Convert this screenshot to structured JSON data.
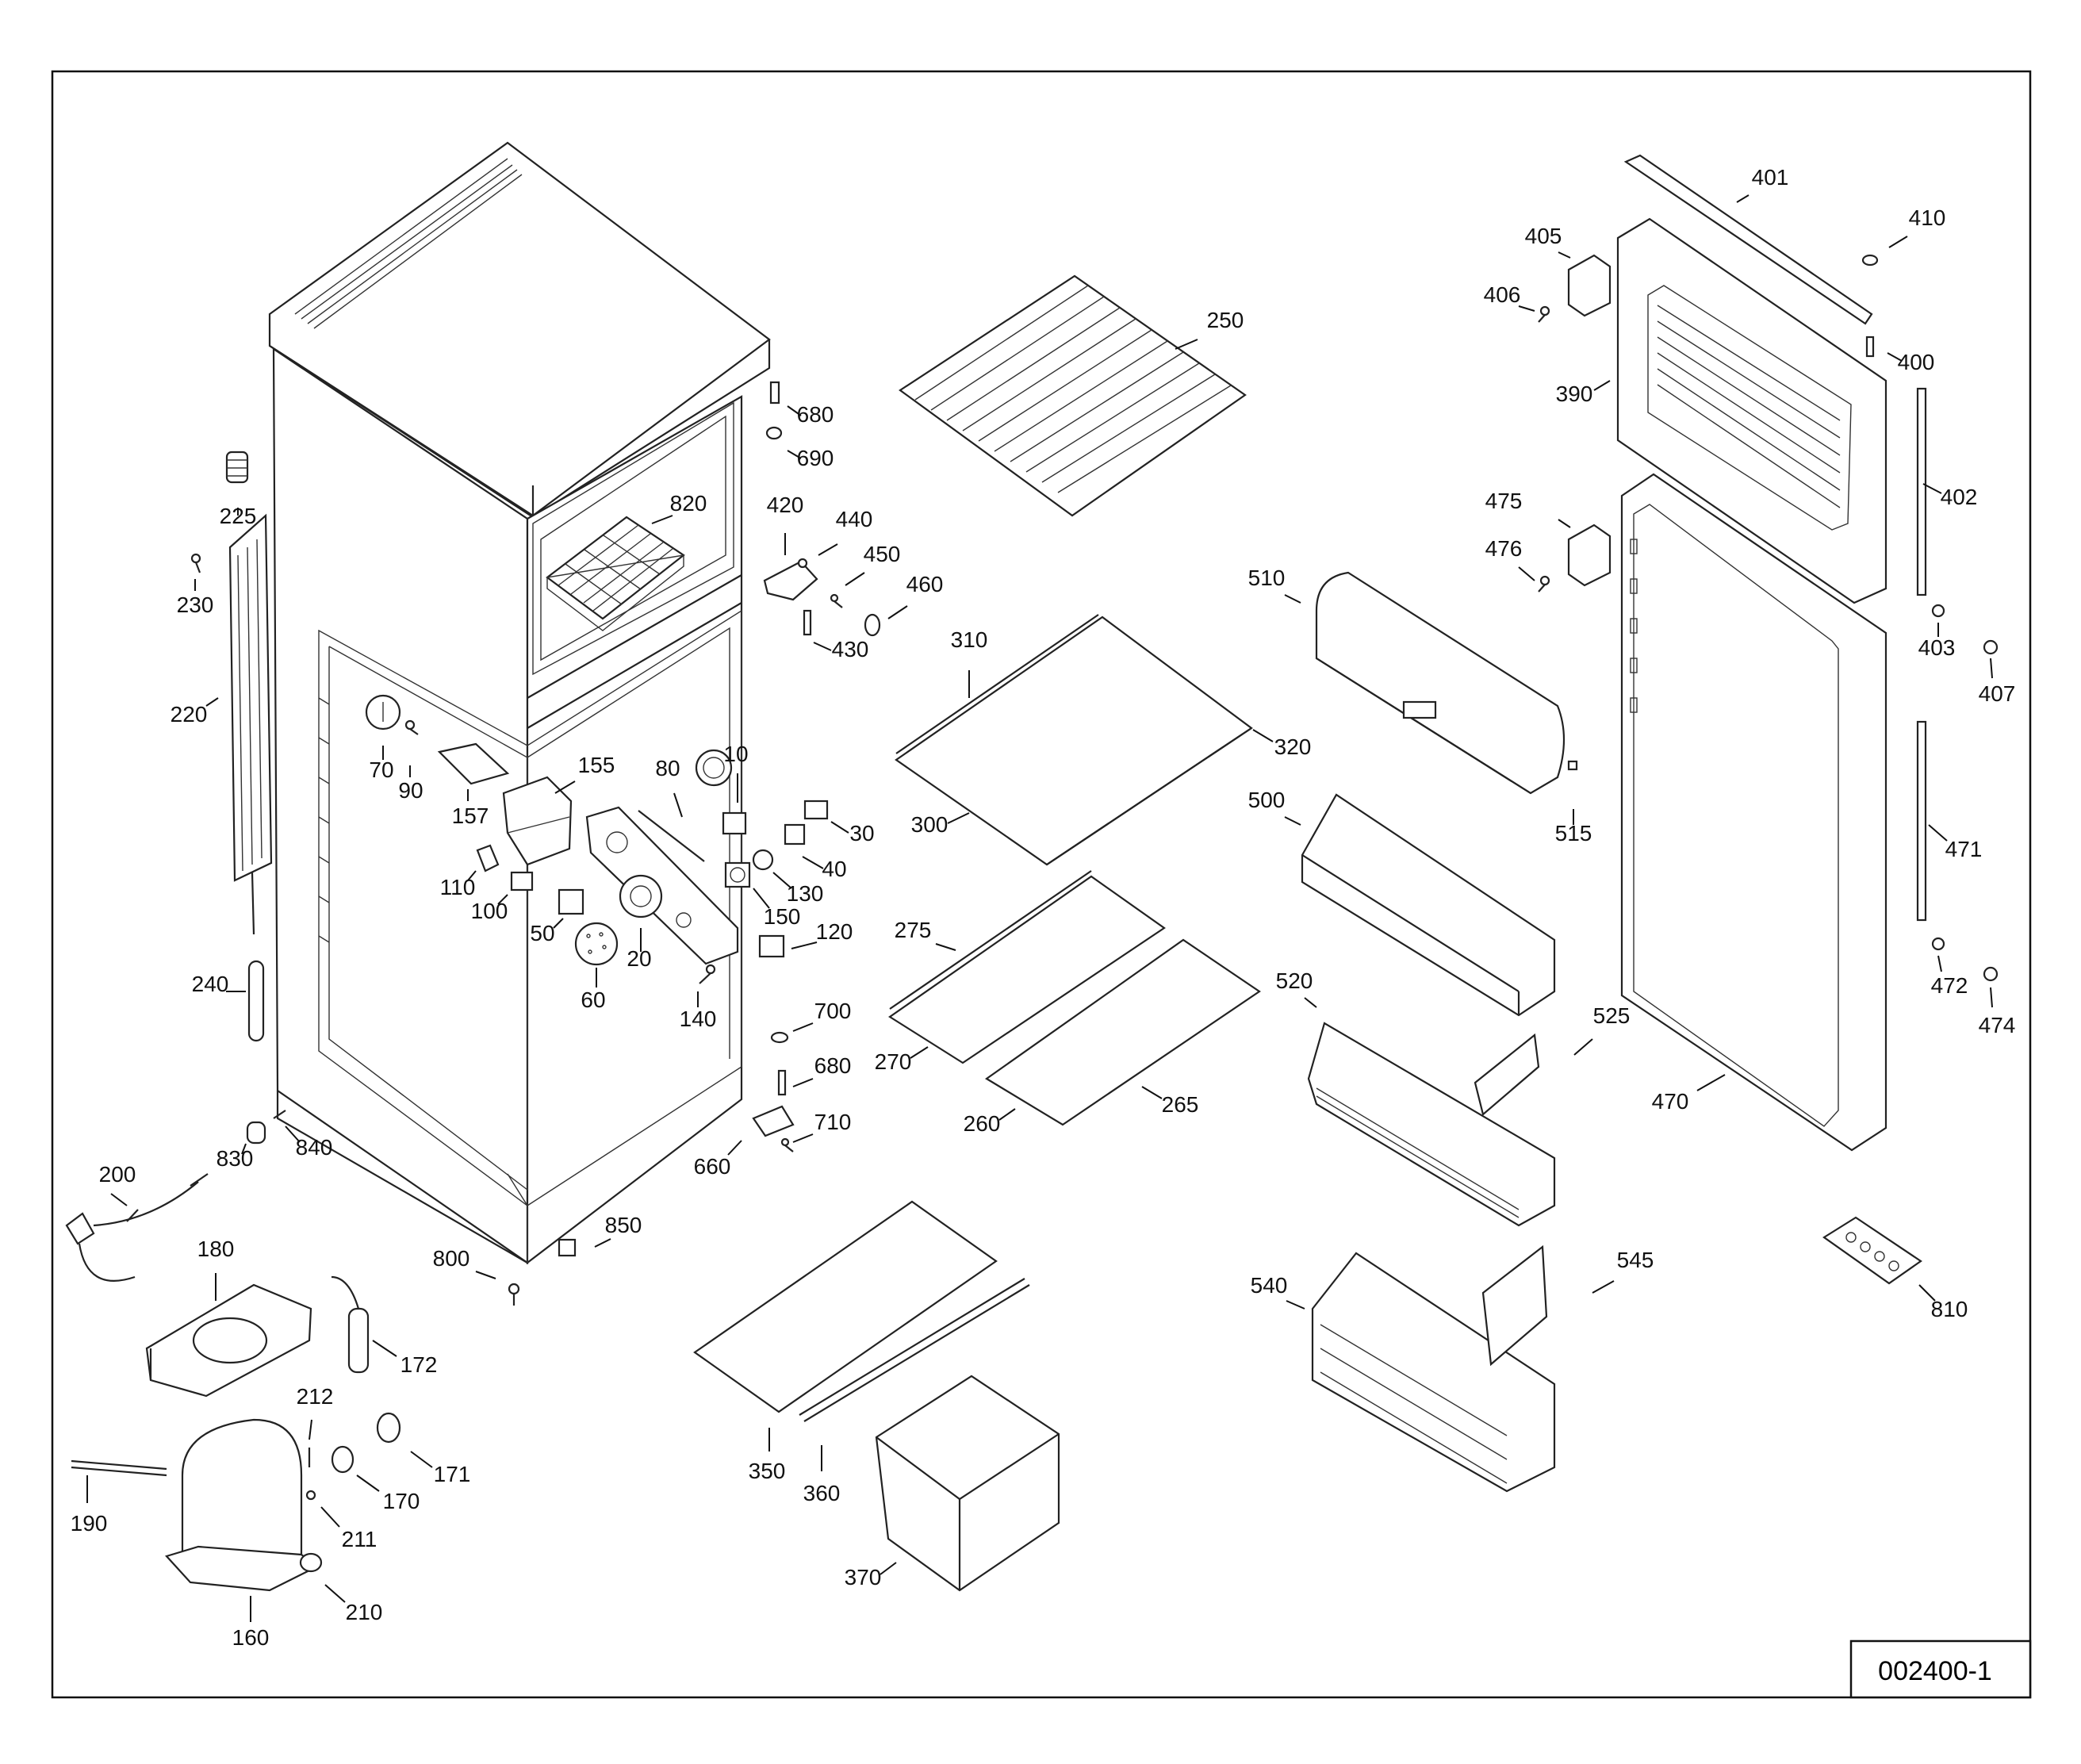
{
  "drawing_number": "002400-1",
  "part_labels": [
    {
      "id": "p680a",
      "text": "680"
    },
    {
      "id": "p690",
      "text": "690"
    },
    {
      "id": "p820",
      "text": "820"
    },
    {
      "id": "p225",
      "text": "225"
    },
    {
      "id": "p230",
      "text": "230"
    },
    {
      "id": "p220",
      "text": "220"
    },
    {
      "id": "p70",
      "text": "70"
    },
    {
      "id": "p90",
      "text": "90"
    },
    {
      "id": "p157",
      "text": "157"
    },
    {
      "id": "p155",
      "text": "155"
    },
    {
      "id": "p80",
      "text": "80"
    },
    {
      "id": "p10",
      "text": "10"
    },
    {
      "id": "p30",
      "text": "30"
    },
    {
      "id": "p40",
      "text": "40"
    },
    {
      "id": "p130",
      "text": "130"
    },
    {
      "id": "p150",
      "text": "150"
    },
    {
      "id": "p110",
      "text": "110"
    },
    {
      "id": "p100",
      "text": "100"
    },
    {
      "id": "p50",
      "text": "50"
    },
    {
      "id": "p20",
      "text": "20"
    },
    {
      "id": "p60",
      "text": "60"
    },
    {
      "id": "p120",
      "text": "120"
    },
    {
      "id": "p140",
      "text": "140"
    },
    {
      "id": "p240",
      "text": "240"
    },
    {
      "id": "p420",
      "text": "420"
    },
    {
      "id": "p440",
      "text": "440"
    },
    {
      "id": "p450",
      "text": "450"
    },
    {
      "id": "p460",
      "text": "460"
    },
    {
      "id": "p430",
      "text": "430"
    },
    {
      "id": "p700",
      "text": "700"
    },
    {
      "id": "p680b",
      "text": "680"
    },
    {
      "id": "p710",
      "text": "710"
    },
    {
      "id": "p660",
      "text": "660"
    },
    {
      "id": "p830",
      "text": "830"
    },
    {
      "id": "p840",
      "text": "840"
    },
    {
      "id": "p200",
      "text": "200"
    },
    {
      "id": "p850",
      "text": "850"
    },
    {
      "id": "p800",
      "text": "800"
    },
    {
      "id": "p180",
      "text": "180"
    },
    {
      "id": "p172",
      "text": "172"
    },
    {
      "id": "p212",
      "text": "212"
    },
    {
      "id": "p171",
      "text": "171"
    },
    {
      "id": "p170",
      "text": "170"
    },
    {
      "id": "p211",
      "text": "211"
    },
    {
      "id": "p190",
      "text": "190"
    },
    {
      "id": "p210",
      "text": "210"
    },
    {
      "id": "p160",
      "text": "160"
    },
    {
      "id": "p250",
      "text": "250"
    },
    {
      "id": "p310",
      "text": "310"
    },
    {
      "id": "p320",
      "text": "320"
    },
    {
      "id": "p300",
      "text": "300"
    },
    {
      "id": "p275",
      "text": "275"
    },
    {
      "id": "p270",
      "text": "270"
    },
    {
      "id": "p265",
      "text": "265"
    },
    {
      "id": "p260",
      "text": "260"
    },
    {
      "id": "p350",
      "text": "350"
    },
    {
      "id": "p360",
      "text": "360"
    },
    {
      "id": "p370",
      "text": "370"
    },
    {
      "id": "p510",
      "text": "510"
    },
    {
      "id": "p515",
      "text": "515"
    },
    {
      "id": "p500",
      "text": "500"
    },
    {
      "id": "p520",
      "text": "520"
    },
    {
      "id": "p525",
      "text": "525"
    },
    {
      "id": "p540",
      "text": "540"
    },
    {
      "id": "p545",
      "text": "545"
    },
    {
      "id": "p401",
      "text": "401"
    },
    {
      "id": "p410",
      "text": "410"
    },
    {
      "id": "p405",
      "text": "405"
    },
    {
      "id": "p406",
      "text": "406"
    },
    {
      "id": "p400",
      "text": "400"
    },
    {
      "id": "p390",
      "text": "390"
    },
    {
      "id": "p402",
      "text": "402"
    },
    {
      "id": "p475",
      "text": "475"
    },
    {
      "id": "p476",
      "text": "476"
    },
    {
      "id": "p403",
      "text": "403"
    },
    {
      "id": "p407",
      "text": "407"
    },
    {
      "id": "p471",
      "text": "471"
    },
    {
      "id": "p472",
      "text": "472"
    },
    {
      "id": "p474",
      "text": "474"
    },
    {
      "id": "p470",
      "text": "470"
    },
    {
      "id": "p810",
      "text": "810"
    }
  ]
}
